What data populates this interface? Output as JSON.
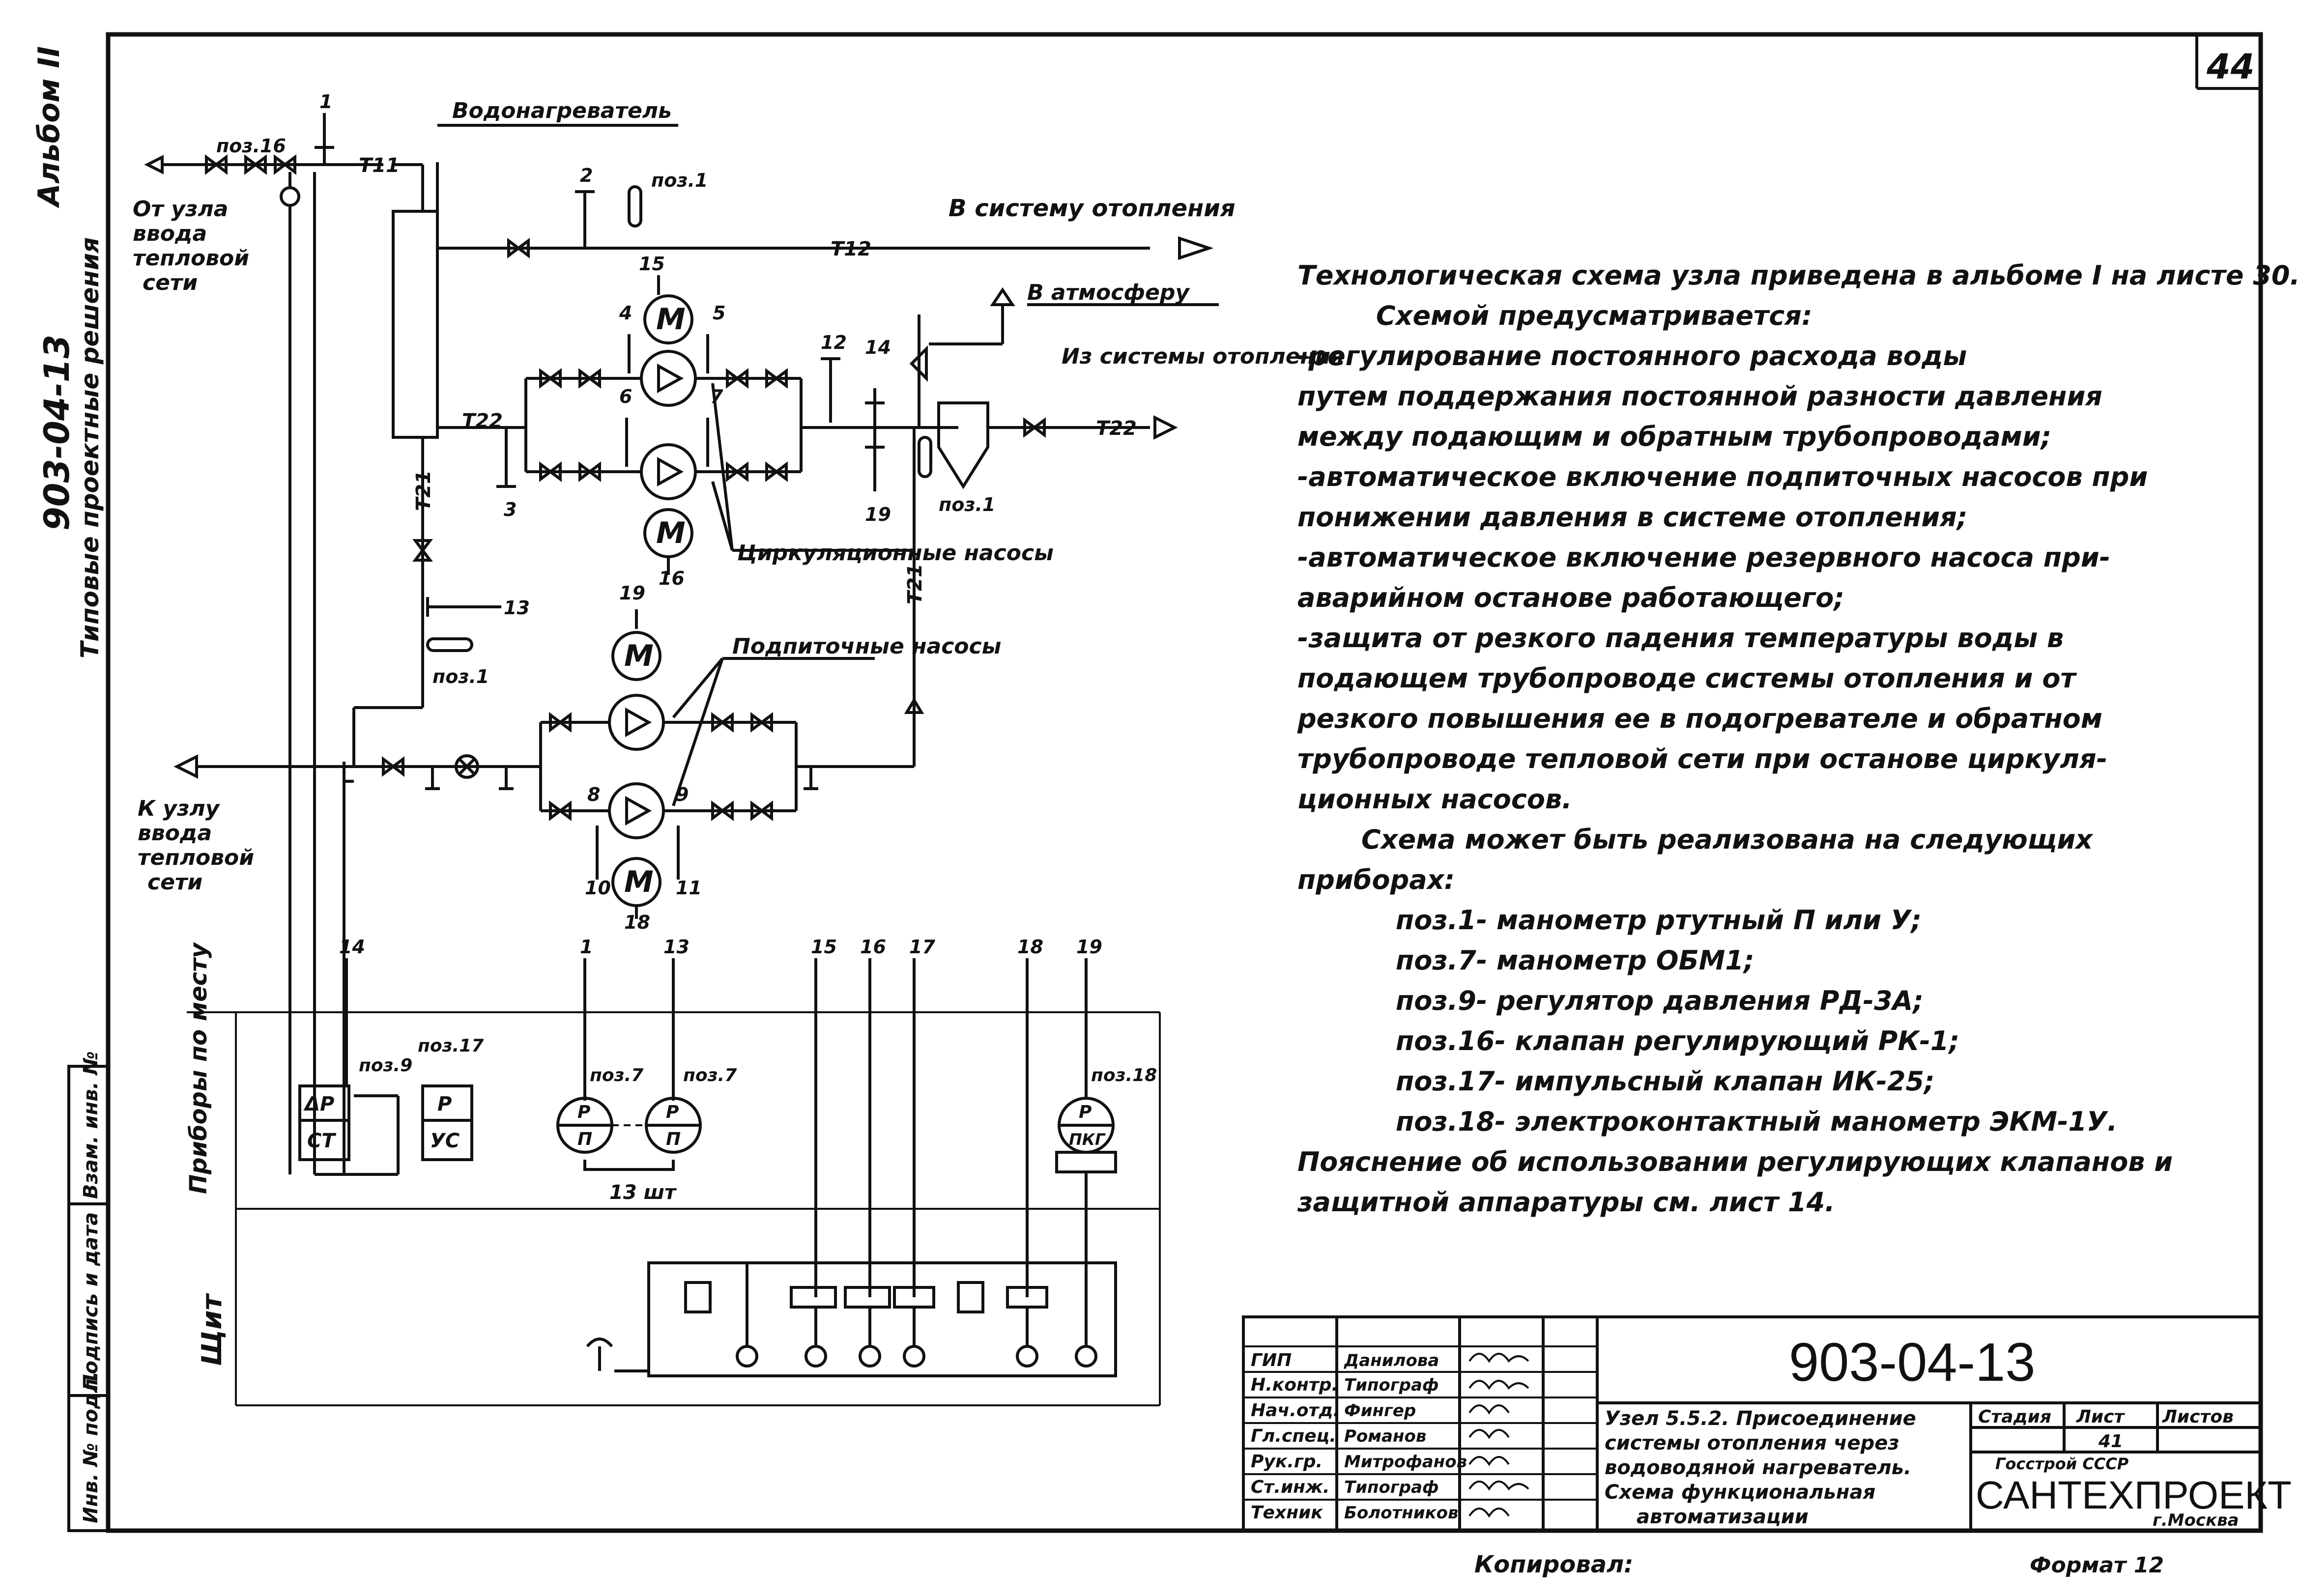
{
  "sheet": {
    "sheet_number": "44",
    "album": "Альбом II",
    "series": "Типовые проектные решения",
    "code_vertical": "903-04-13",
    "copied_by": "Копировал:",
    "format": "Формат 12"
  },
  "side_stamps": [
    "Инв. № подл.",
    "Подпись и дата",
    "Взам. инв. №"
  ],
  "diagram": {
    "labels": {
      "from_heat_network": "От узла ввода тепловой сети",
      "to_heat_network": "К узлу ввода тепловой сети",
      "water_heater": "Водонагреватель",
      "to_heating_system": "В систему отопления",
      "to_atmosphere": "В атмосферу",
      "from_heating_system": "Из системы отопления",
      "circulation_pumps": "Циркуляционные насосы",
      "makeup_pumps": "Подпиточные насосы",
      "pipe_T11": "Т11",
      "pipe_T12": "Т12",
      "pipe_T21_a": "Т21",
      "pipe_T21_b": "Т21",
      "pipe_T22_a": "Т22",
      "pipe_T22_b": "Т22",
      "pos16": "поз.16",
      "pos1_a": "поз.1",
      "pos1_b": "поз.1",
      "pos1_c": "поз.1",
      "pos9": "поз.9",
      "pos17": "поз.17",
      "pos7_a": "поз.7",
      "pos7_b": "поз.7",
      "pos18": "поз.18",
      "count_13": "13 шт",
      "local_instruments": "Приборы по месту",
      "panel": "Щит",
      "motor": "М"
    },
    "numbers": [
      "1",
      "2",
      "15",
      "4",
      "5",
      "6",
      "7",
      "12",
      "14",
      "19",
      "3",
      "16",
      "13",
      "19",
      "8",
      "9",
      "10",
      "11",
      "18"
    ],
    "bottom_numbers": [
      "14",
      "1",
      "13",
      "15",
      "16",
      "17",
      "18",
      "19"
    ],
    "instruments": {
      "dp": "ΔР",
      "ct": "СТ",
      "p": "Р",
      "uc": "УС",
      "pp": "П",
      "pkg": "ПКГ"
    }
  },
  "notes": {
    "lines": [
      "Технологическая схема узла приведена в альбоме I на листе 30.",
      "Схемой предусматривается:",
      "-регулирование постоянного расхода воды",
      "путем поддержания постоянной разности давления",
      "между подающим и обратным трубопроводами;",
      "-автоматическое включение подпиточных насосов при",
      "понижении давления в системе отопления;",
      "-автоматическое включение резервного насоса при-",
      "аварийном останове работающего;",
      "-защита от резкого падения температуры воды в",
      "подающем трубопроводе системы отопления и от",
      "резкого повышения ее в подогревателе и обратном",
      "трубопроводе тепловой сети при останове циркуля-",
      "ционных насосов.",
      "Схема может быть реализована на следующих",
      "приборах:",
      "поз.1- манометр ртутный П или У;",
      "поз.7- манометр ОБМ1;",
      "поз.9- регулятор давления РД-3А;",
      "поз.16- клапан регулирующий РК-1;",
      "поз.17- импульсный клапан ИК-25;",
      "поз.18- электроконтактный манометр ЭКМ-1У.",
      "Пояснение об использовании регулирующих клапанов и",
      "защитной аппаратуры см. лист 14."
    ]
  },
  "title_block": {
    "doc_code": "903-04-13",
    "roles": [
      "ГИП",
      "Н.контр.",
      "Нач.отд.",
      "Гл.спец.",
      "Рук.гр.",
      "Ст.инж.",
      "Техник"
    ],
    "names": [
      "Данилова",
      "Типограф",
      "Фингер",
      "Романов",
      "Митрофанов",
      "Типограф",
      "Болотников"
    ],
    "title_lines": [
      "Узел 5.5.2. Присоединение",
      "системы отопления через",
      "водоводяной нагреватель.",
      "Схема функциональная",
      "автоматизации"
    ],
    "stage_header": "Стадия",
    "sheet_header": "Лист",
    "sheets_header": "Листов",
    "sheet_value": "41",
    "org_top": "Госстрой СССР",
    "org_name": "САНТЕХПРОЕКТ",
    "org_city": "г.Москва"
  }
}
